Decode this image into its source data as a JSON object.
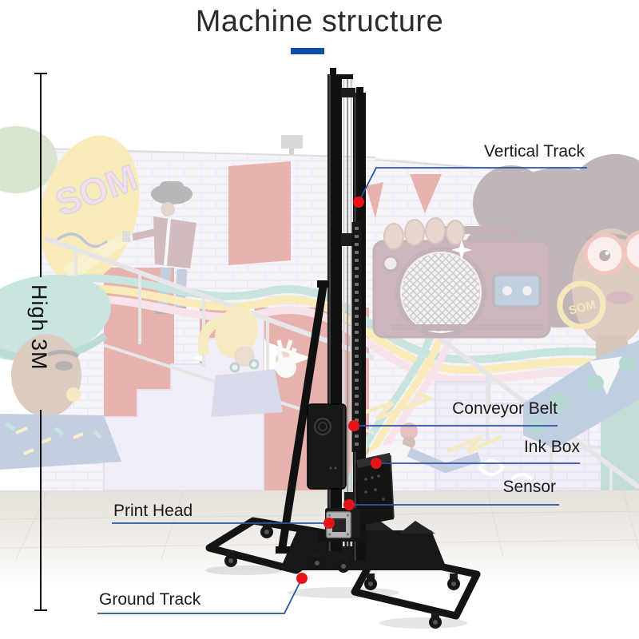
{
  "title": {
    "text": "Machine structure"
  },
  "measurement": {
    "label": "High 3M"
  },
  "callouts": {
    "vertical_track": "Vertical Track",
    "conveyor_belt": "Conveyor Belt",
    "ink_box": "Ink Box",
    "sensor": "Sensor",
    "print_head": "Print Head",
    "ground_track": "Ground Track"
  },
  "mural": {
    "blob_text": "SOM",
    "earring_text": "SOM"
  },
  "colors": {
    "title_underline": "#1150a6",
    "callout_line": "#2b55a4",
    "callout_dot": "#e81219",
    "label_text": "#1b1b1b",
    "machine_black": "#121212"
  }
}
